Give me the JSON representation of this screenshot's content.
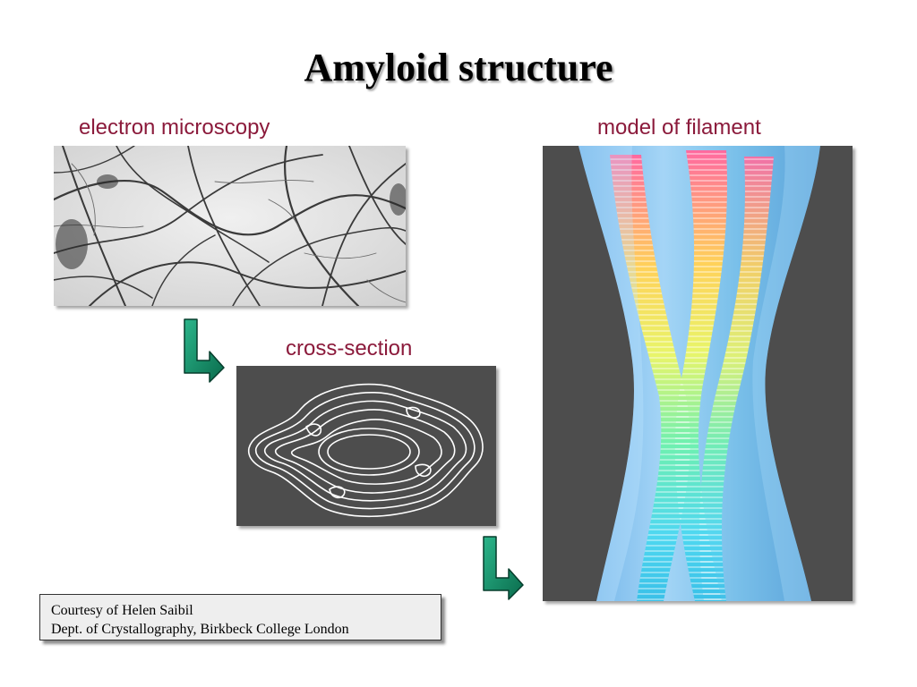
{
  "slide": {
    "title": "Amyloid structure"
  },
  "captions": {
    "electron_microscopy": "electron microscopy",
    "model_of_filament": "model of filament",
    "cross_section": "cross-section"
  },
  "credit": {
    "line1": "Courtesy of Helen Saibil",
    "line2": "Dept. of Crystallography, Birkbeck College London"
  },
  "colors": {
    "caption": "#8b1a3b",
    "arrow_top": "#2bb58a",
    "arrow_bottom": "#0a6b4c",
    "panel_gray": "#4d4d4d"
  },
  "icons": {
    "arrow": "down-right-turn-arrow-icon"
  }
}
